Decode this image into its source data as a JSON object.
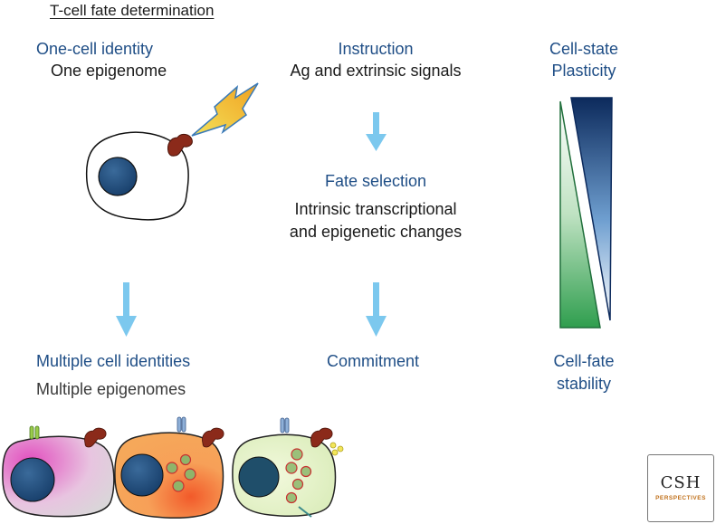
{
  "title": "T-cell fate determination",
  "left": {
    "heading": "One-cell identity",
    "subheading": "One epigenome",
    "bottom_heading": "Multiple cell identities",
    "bottom_subheading": "Multiple epigenomes"
  },
  "middle": {
    "instruction_heading": "Instruction",
    "instruction_text": "Ag and extrinsic signals",
    "fate_heading": "Fate selection",
    "fate_text_line1": "Intrinsic transcriptional",
    "fate_text_line2": "and epigenetic changes",
    "commitment": "Commitment"
  },
  "right": {
    "top_line1": "Cell-state",
    "top_line2": "Plasticity",
    "bottom_line1": "Cell-fate",
    "bottom_line2": "stability"
  },
  "logo": {
    "text": "CSH",
    "subtext": "PERSPECTIVES"
  },
  "colors": {
    "heading_blue": "#1f4e86",
    "arrow_blue": "#7cc8ee",
    "nucleus": "#1f4e7a",
    "receptor": "#8b2a1a"
  }
}
